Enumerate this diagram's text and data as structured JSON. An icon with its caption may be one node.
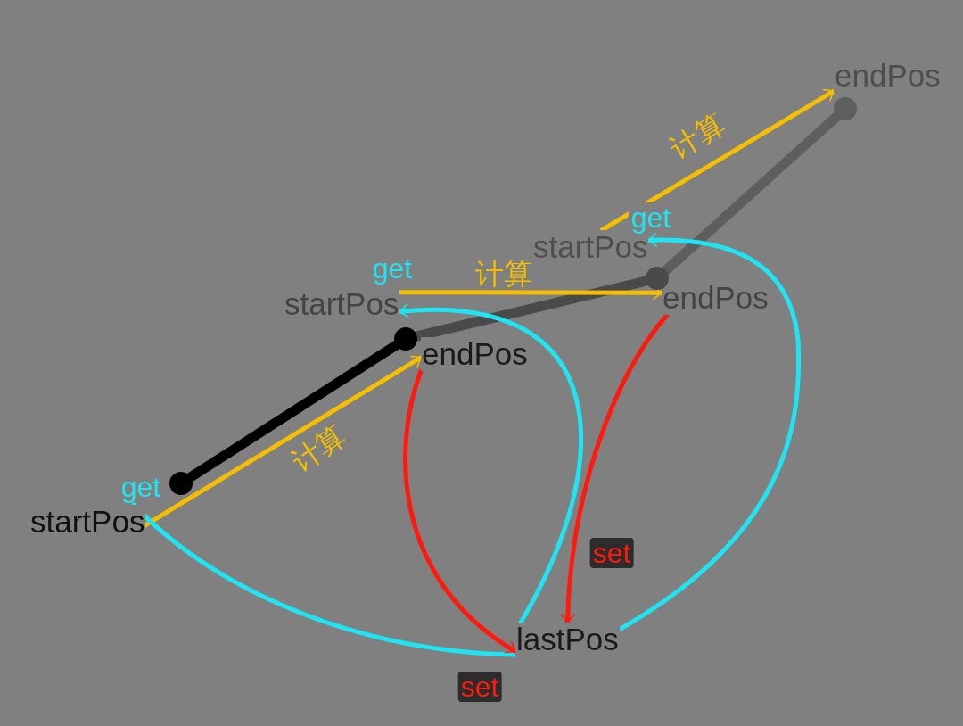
{
  "diagram": {
    "nodes": [
      {
        "text": [
          "startPos"
        ]
      },
      {
        "text": [
          "endPos"
        ]
      },
      {
        "text": [
          "startPos"
        ]
      },
      {
        "text": [
          "endPos"
        ]
      },
      {
        "text": [
          "startPos"
        ]
      },
      {
        "text": [
          "endPos"
        ]
      },
      {
        "text": [
          "lastPos"
        ]
      },
      {
        "text": [],
        "shape": "circle"
      },
      {
        "text": [],
        "shape": "circle"
      },
      {
        "text": [],
        "shape": "circle"
      },
      {
        "text": [],
        "shape": "circle"
      }
    ],
    "edges": [
      {
        "from": 7,
        "to": 8,
        "arrow": "none",
        "style": "thick",
        "color": "#000000"
      },
      {
        "from": 8,
        "to": 9,
        "arrow": "none",
        "style": "thick",
        "color": "#4a4a4a"
      },
      {
        "from": 9,
        "to": 10,
        "arrow": "none",
        "style": "thick",
        "color": "#5e5e5e"
      },
      {
        "from": 0,
        "to": 1,
        "arrow": "to",
        "label": "计算",
        "color": "#f5bf00"
      },
      {
        "from": 2,
        "to": 3,
        "arrow": "to",
        "label": "计算",
        "color": "#f5bf00"
      },
      {
        "from": 4,
        "to": 5,
        "arrow": "to",
        "label": "计算",
        "color": "#f5bf00"
      },
      {
        "from": 6,
        "to": 0,
        "arrow": "to",
        "label": "get",
        "color": "#20e4f2"
      },
      {
        "from": 6,
        "to": 2,
        "arrow": "to",
        "label": "get",
        "color": "#20e4f2"
      },
      {
        "from": 6,
        "to": 4,
        "arrow": "to",
        "label": "get",
        "color": "#20e4f2"
      },
      {
        "from": 1,
        "to": 6,
        "arrow": "to",
        "label": "set",
        "color": "#ff1a10"
      },
      {
        "from": 3,
        "to": 6,
        "arrow": "to",
        "label": "set",
        "color": "#ff1a10"
      }
    ]
  }
}
